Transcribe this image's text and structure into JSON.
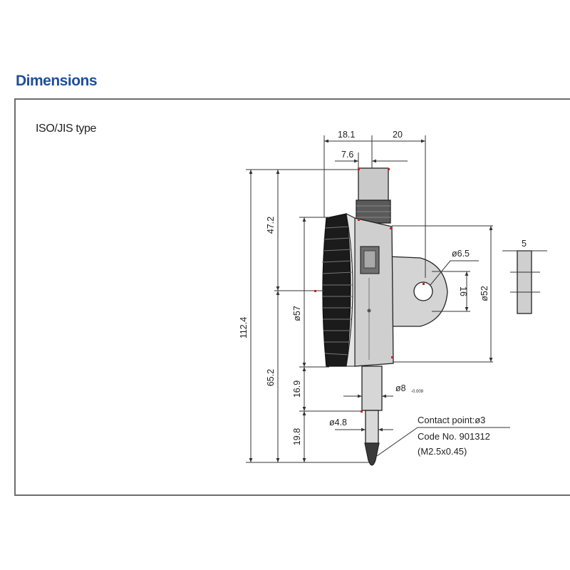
{
  "page": {
    "section_title": "Dimensions",
    "type_label": "ISO/JIS type"
  },
  "drawing": {
    "dims": {
      "top_right_width": "18.1",
      "right_offset": "20",
      "stem_offset": "7.6",
      "overall_height": "112.4",
      "upper_height": "47.2",
      "bezel_diameter": "ø57",
      "lower_height": "65.2",
      "stem_length": "16.9",
      "spindle_length": "19.8",
      "lug_hole": "ø6.5",
      "lug_offset": "16",
      "back_diameter": "ø52",
      "lug_thickness": "5",
      "stem_diameter": "ø8",
      "stem_tolerance": "-0.009",
      "spindle_diameter": "ø4.8"
    },
    "contact": {
      "line1": "Contact point:ø3",
      "line2": "Code No. 901312",
      "line3": "(M2.5x0.45)"
    },
    "colors": {
      "title": "#1f4e9a",
      "ink": "#222222",
      "tick_red": "#cc2222"
    }
  }
}
